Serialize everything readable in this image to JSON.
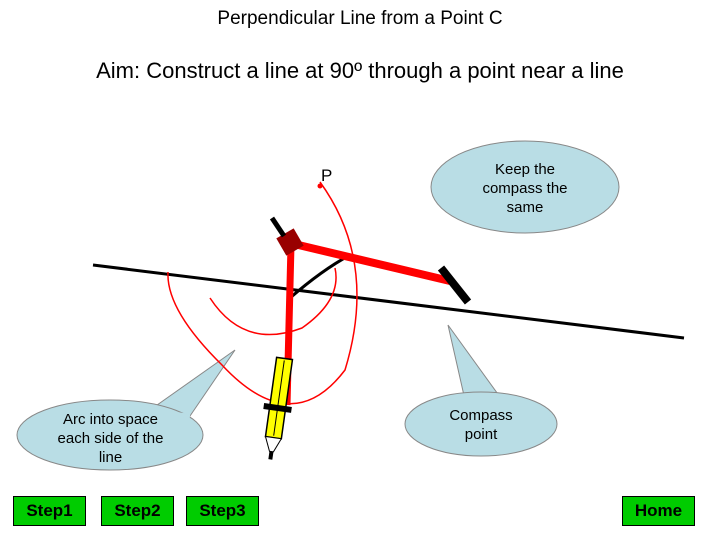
{
  "header": {
    "title": "Perpendicular Line from a Point C",
    "aim": "Aim: Construct a line at 90º through a point near a line"
  },
  "diagram": {
    "point_label": "P",
    "callouts": {
      "keep_compass": "Keep the compass the same",
      "arc_into_space": "Arc into space each side of the line",
      "compass_point": "Compass point"
    },
    "colors": {
      "construction_red": "#ff0000",
      "callout_fill": "#b9dde5",
      "pencil_yellow": "#ffff00",
      "compass_hinge": "#990000",
      "line_black": "#000000"
    }
  },
  "nav": {
    "step1": "Step1",
    "step2": "Step2",
    "step3": "Step3",
    "home": "Home"
  }
}
